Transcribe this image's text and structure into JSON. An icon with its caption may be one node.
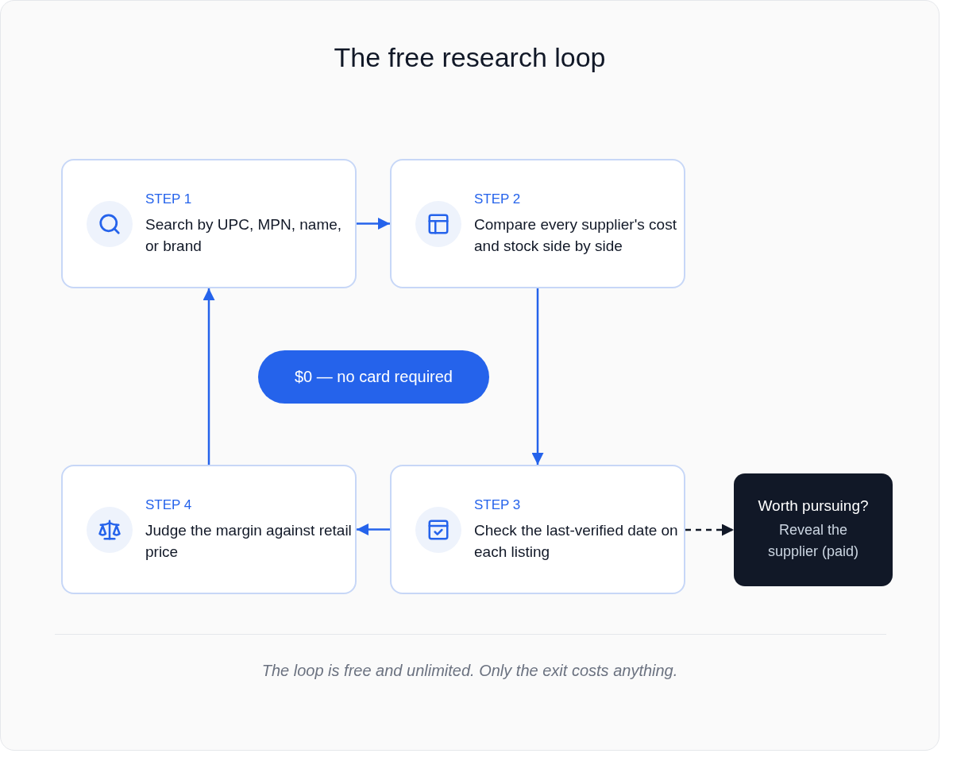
{
  "diagram": {
    "title": "The free research loop",
    "nodes": [
      {
        "text": [
          "STEP 1",
          "Search by UPC, MPN, name, or brand"
        ]
      },
      {
        "text": [
          "STEP 2",
          "Compare every supplier's cost and stock side by side"
        ]
      },
      {
        "text": [
          "STEP 3",
          "Check the last-verified date on each listing"
        ]
      },
      {
        "text": [
          "STEP 4",
          "Judge the margin against retail price"
        ]
      },
      {
        "text": [
          "Worth pursuing?",
          "Reveal the supplier (paid)"
        ]
      },
      {
        "text": [
          "$0 — no card required"
        ]
      }
    ],
    "edges": [
      {
        "from": 0,
        "to": 1,
        "arrow": "to"
      },
      {
        "from": 1,
        "to": 2,
        "arrow": "to"
      },
      {
        "from": 2,
        "to": 3,
        "arrow": "to"
      },
      {
        "from": 3,
        "to": 0,
        "arrow": "to"
      },
      {
        "from": 2,
        "to": 4,
        "arrow": "to",
        "style": "dashed",
        "color": "#111827"
      }
    ],
    "caption": "The loop is free and unlimited. Only the exit costs anything."
  }
}
